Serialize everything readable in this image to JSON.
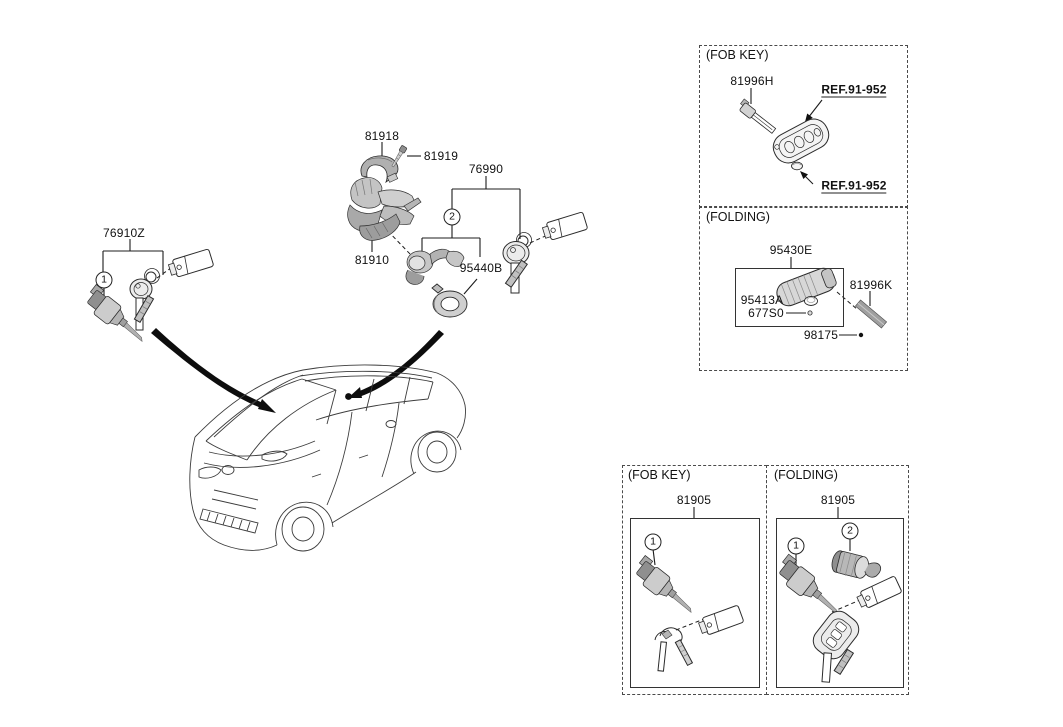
{
  "main": {
    "door_lock": {
      "group": "76910Z",
      "callout": "1"
    },
    "ignition": {
      "group": "76990",
      "callout": "2",
      "cap": "81918",
      "screw": "81919",
      "lock_assy": "81910",
      "antenna": "95440B"
    }
  },
  "panels": {
    "fob_key_top": {
      "title": "(FOB KEY)",
      "blade_key": "81996H",
      "ref_upper": "REF.91-952",
      "ref_lower": "REF.91-952"
    },
    "folding_top": {
      "title": "(FOLDING)",
      "transmitter": "95430E",
      "battery": "95413A",
      "screw": "677S0",
      "blanking_key": "81996K",
      "pin": "98175"
    },
    "fob_key_set": {
      "title": "(FOB KEY)",
      "part_number": "81905",
      "callout_1": "1"
    },
    "folding_key_set": {
      "title": "(FOLDING)",
      "part_number": "81905",
      "callout_1": "1",
      "callout_2": "2"
    }
  },
  "colors": {
    "line": "#1c1c1c",
    "part_light": "#d6d6d6",
    "part_mid": "#b5b5b5",
    "part_dark": "#8f8f8f"
  }
}
